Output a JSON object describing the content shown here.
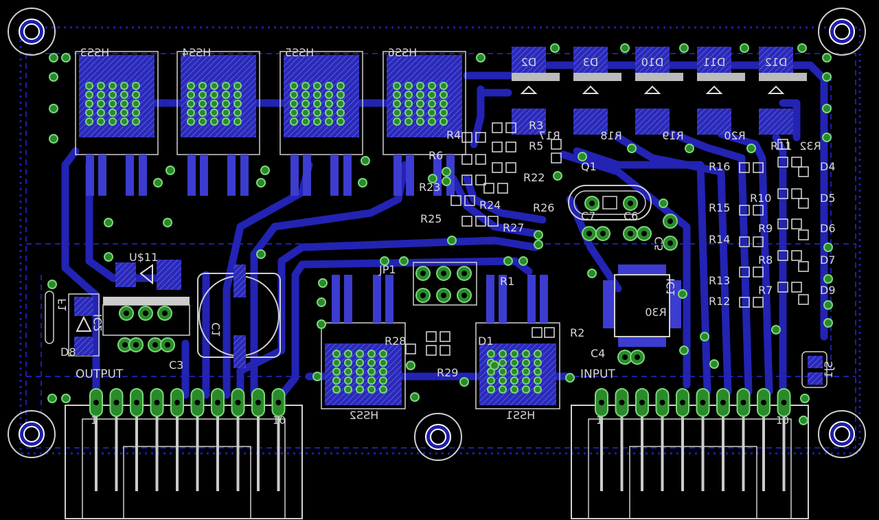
{
  "colors": {
    "background": "#000000",
    "copper_bottom": "#1f1fa8",
    "copper_light": "#4a4adc",
    "pad": "#2a8a2a",
    "pad_hole": "#7cd67c",
    "silkscreen": "#c8c8c8",
    "outline": "#d0d0d0"
  },
  "connectors": {
    "output_label": "OUTPUT",
    "input_label": "INPUT",
    "pin_first": "1",
    "pin_last": "10"
  },
  "labels": [
    {
      "id": "hss3",
      "text": "HSS3",
      "mirrored": true
    },
    {
      "id": "hss4",
      "text": "HSS4",
      "mirrored": true
    },
    {
      "id": "hss5",
      "text": "HSS5",
      "mirrored": true
    },
    {
      "id": "hss6",
      "text": "HSS6",
      "mirrored": true
    },
    {
      "id": "hss2",
      "text": "HSS2",
      "mirrored": true
    },
    {
      "id": "hss1",
      "text": "HSS1",
      "mirrored": true
    },
    {
      "id": "d2",
      "text": "D2",
      "mirrored": true
    },
    {
      "id": "d3",
      "text": "D3",
      "mirrored": true
    },
    {
      "id": "d10",
      "text": "D10",
      "mirrored": true
    },
    {
      "id": "d11",
      "text": "D11",
      "mirrored": true
    },
    {
      "id": "d12",
      "text": "D12",
      "mirrored": true
    },
    {
      "id": "r4",
      "text": "R4",
      "mirrored": false
    },
    {
      "id": "r3",
      "text": "R3",
      "mirrored": false
    },
    {
      "id": "r5",
      "text": "R5",
      "mirrored": false
    },
    {
      "id": "r6",
      "text": "R6",
      "mirrored": false
    },
    {
      "id": "r22",
      "text": "R22",
      "mirrored": false
    },
    {
      "id": "r23",
      "text": "R23",
      "mirrored": false
    },
    {
      "id": "r24",
      "text": "R24",
      "mirrored": false
    },
    {
      "id": "r25",
      "text": "R25",
      "mirrored": false
    },
    {
      "id": "r26",
      "text": "R26",
      "mirrored": false
    },
    {
      "id": "r27",
      "text": "R27",
      "mirrored": false
    },
    {
      "id": "r17",
      "text": "R17",
      "mirrored": true
    },
    {
      "id": "r18",
      "text": "R18",
      "mirrored": true
    },
    {
      "id": "r19",
      "text": "R19",
      "mirrored": true
    },
    {
      "id": "r20",
      "text": "R20",
      "mirrored": true
    },
    {
      "id": "r11",
      "text": "R11",
      "mirrored": false
    },
    {
      "id": "r32",
      "text": "R32",
      "mirrored": true
    },
    {
      "id": "q1",
      "text": "Q1",
      "mirrored": false
    },
    {
      "id": "c7",
      "text": "C7",
      "mirrored": false
    },
    {
      "id": "c6",
      "text": "C6",
      "mirrored": false
    },
    {
      "id": "c5",
      "text": "C5",
      "mirrored": true
    },
    {
      "id": "r16",
      "text": "R16",
      "mirrored": false
    },
    {
      "id": "r15",
      "text": "R15",
      "mirrored": false
    },
    {
      "id": "r14",
      "text": "R14",
      "mirrored": false
    },
    {
      "id": "r13",
      "text": "R13",
      "mirrored": false
    },
    {
      "id": "r12",
      "text": "R12",
      "mirrored": false
    },
    {
      "id": "r10",
      "text": "R10",
      "mirrored": false
    },
    {
      "id": "r9",
      "text": "R9",
      "mirrored": false
    },
    {
      "id": "r8",
      "text": "R8",
      "mirrored": false
    },
    {
      "id": "r7",
      "text": "R7",
      "mirrored": false
    },
    {
      "id": "d4",
      "text": "D4",
      "mirrored": false
    },
    {
      "id": "d5",
      "text": "D5",
      "mirrored": false
    },
    {
      "id": "d6",
      "text": "D6",
      "mirrored": false
    },
    {
      "id": "d7",
      "text": "D7",
      "mirrored": false
    },
    {
      "id": "d9",
      "text": "D9",
      "mirrored": false
    },
    {
      "id": "jp1",
      "text": "JP1",
      "mirrored": false
    },
    {
      "id": "r1",
      "text": "R1",
      "mirrored": false
    },
    {
      "id": "r30",
      "text": "R30",
      "mirrored": true
    },
    {
      "id": "ic1",
      "text": "IC1",
      "mirrored": true
    },
    {
      "id": "r2",
      "text": "R2",
      "mirrored": false
    },
    {
      "id": "c4",
      "text": "C4",
      "mirrored": false
    },
    {
      "id": "r28",
      "text": "R28",
      "mirrored": false
    },
    {
      "id": "d1",
      "text": "D1",
      "mirrored": false
    },
    {
      "id": "r29",
      "text": "R29",
      "mirrored": false
    },
    {
      "id": "u11",
      "text": "U$11",
      "mirrored": false
    },
    {
      "id": "c1",
      "text": "C1",
      "mirrored": true
    },
    {
      "id": "c3",
      "text": "C3",
      "mirrored": false
    },
    {
      "id": "d8",
      "text": "D8",
      "mirrored": false
    },
    {
      "id": "ic2",
      "text": "IC2",
      "mirrored": true
    },
    {
      "id": "sj1",
      "text": "SJ1",
      "mirrored": true
    },
    {
      "id": "fuse",
      "text": "F1",
      "mirrored": true
    }
  ]
}
